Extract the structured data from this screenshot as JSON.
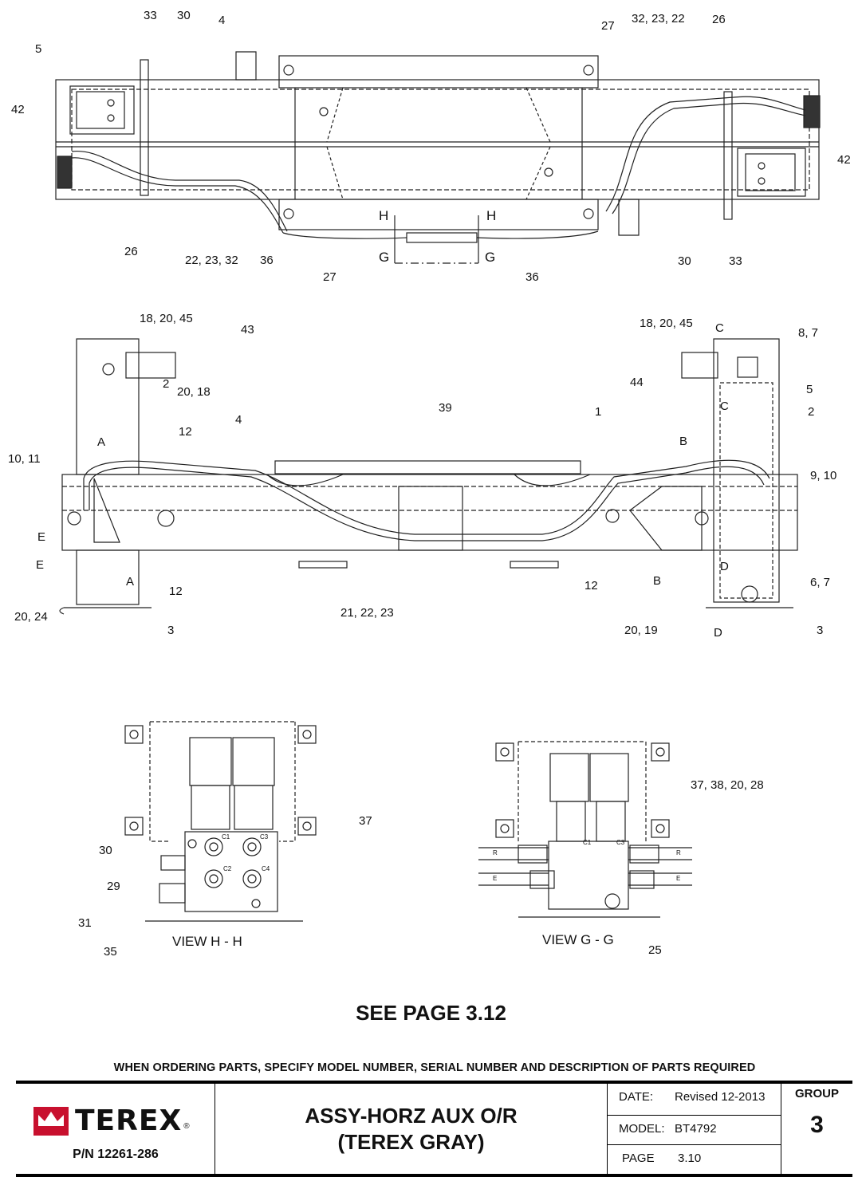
{
  "callouts": {
    "top": [
      "33",
      "30",
      "4",
      "5",
      "42",
      "26",
      "22, 23, 32",
      "36",
      "27",
      "27",
      "32, 23, 22",
      "26",
      "42",
      "30",
      "33",
      "36"
    ],
    "middle": [
      "18, 20, 45",
      "43",
      "2",
      "20, 18",
      "12",
      "4",
      "39",
      "10, 11",
      "A",
      "E",
      "E",
      "A",
      "12",
      "20, 24",
      "3",
      "21, 22, 23",
      "18, 20, 45",
      "C",
      "8, 7",
      "44",
      "C",
      "5",
      "2",
      "1",
      "B",
      "9, 10",
      "12",
      "B",
      "D",
      "6, 7",
      "20, 19",
      "D",
      "3"
    ],
    "view_h": [
      "30",
      "29",
      "31",
      "35",
      "37"
    ],
    "view_g": [
      "37, 38, 20, 28",
      "25"
    ]
  },
  "section_marks": {
    "h_left": "H",
    "h_right": "H",
    "g_left": "G",
    "g_right": "G"
  },
  "port_labels": {
    "c1": "C1",
    "c2": "C2",
    "c3": "C3",
    "c4": "C4",
    "r": "R",
    "e": "E"
  },
  "views": {
    "h": "VIEW H - H",
    "g": "VIEW G - G"
  },
  "see_page": "SEE PAGE 3.12",
  "ordering_note": "WHEN ORDERING PARTS, SPECIFY MODEL NUMBER, SERIAL NUMBER AND DESCRIPTION OF PARTS REQUIRED",
  "title_block": {
    "brand": "TEREX",
    "brand_mark": "®",
    "part_number": "P/N 12261-286",
    "title_line1": "ASSY-HORZ AUX O/R",
    "title_line2": "(TEREX GRAY)",
    "date_label": "DATE:",
    "date_value": "Revised 12-2013",
    "model_label": "MODEL:",
    "model_value": "BT4792",
    "page_label": "PAGE",
    "page_value": "3.10",
    "group_label": "GROUP",
    "group_value": "3"
  },
  "colors": {
    "ink": "#111111",
    "brand_red": "#c8102e"
  }
}
